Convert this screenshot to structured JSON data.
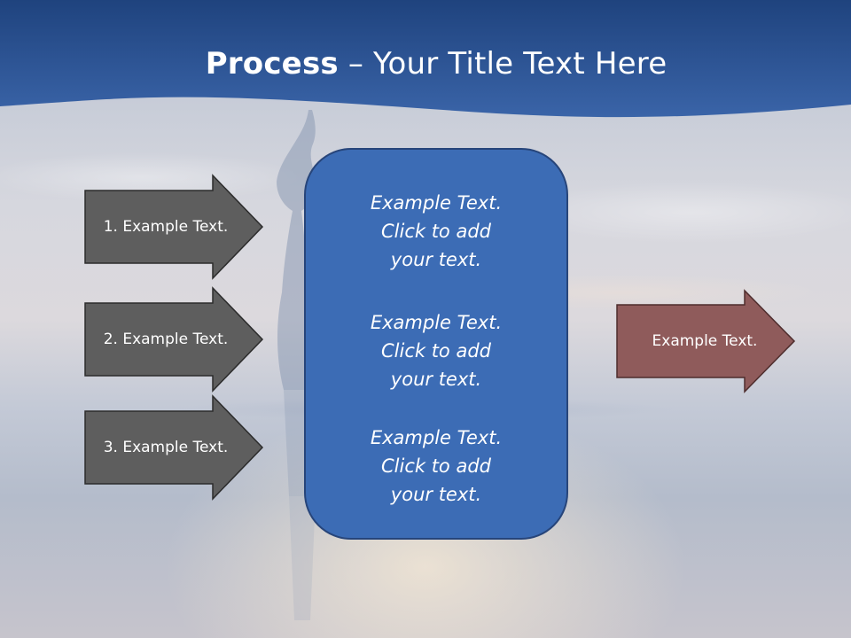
{
  "slide": {
    "title_bold": "Process",
    "title_rest": " – Your Title Text Here"
  },
  "left_arrows": [
    {
      "label": "1. Example Text."
    },
    {
      "label": "2. Example Text."
    },
    {
      "label": "3. Example Text."
    }
  ],
  "center_box": {
    "paragraphs": [
      "Example Text.\nClick  to add\nyour text.",
      "Example Text.\nClick  to add\nyour text.",
      "Example Text.\nClick  to add\nyour text."
    ]
  },
  "output_arrow": {
    "label": "Example Text."
  },
  "colors": {
    "header_blue": "#2f5c9e",
    "left_arrow_fill": "#5e5e5e",
    "center_box_fill": "#3c6cb5",
    "center_box_border": "#27457a",
    "output_arrow_fill": "#8f5b5b"
  },
  "icons": {
    "background_image": "yoga-silhouette-at-sea-sunset"
  }
}
